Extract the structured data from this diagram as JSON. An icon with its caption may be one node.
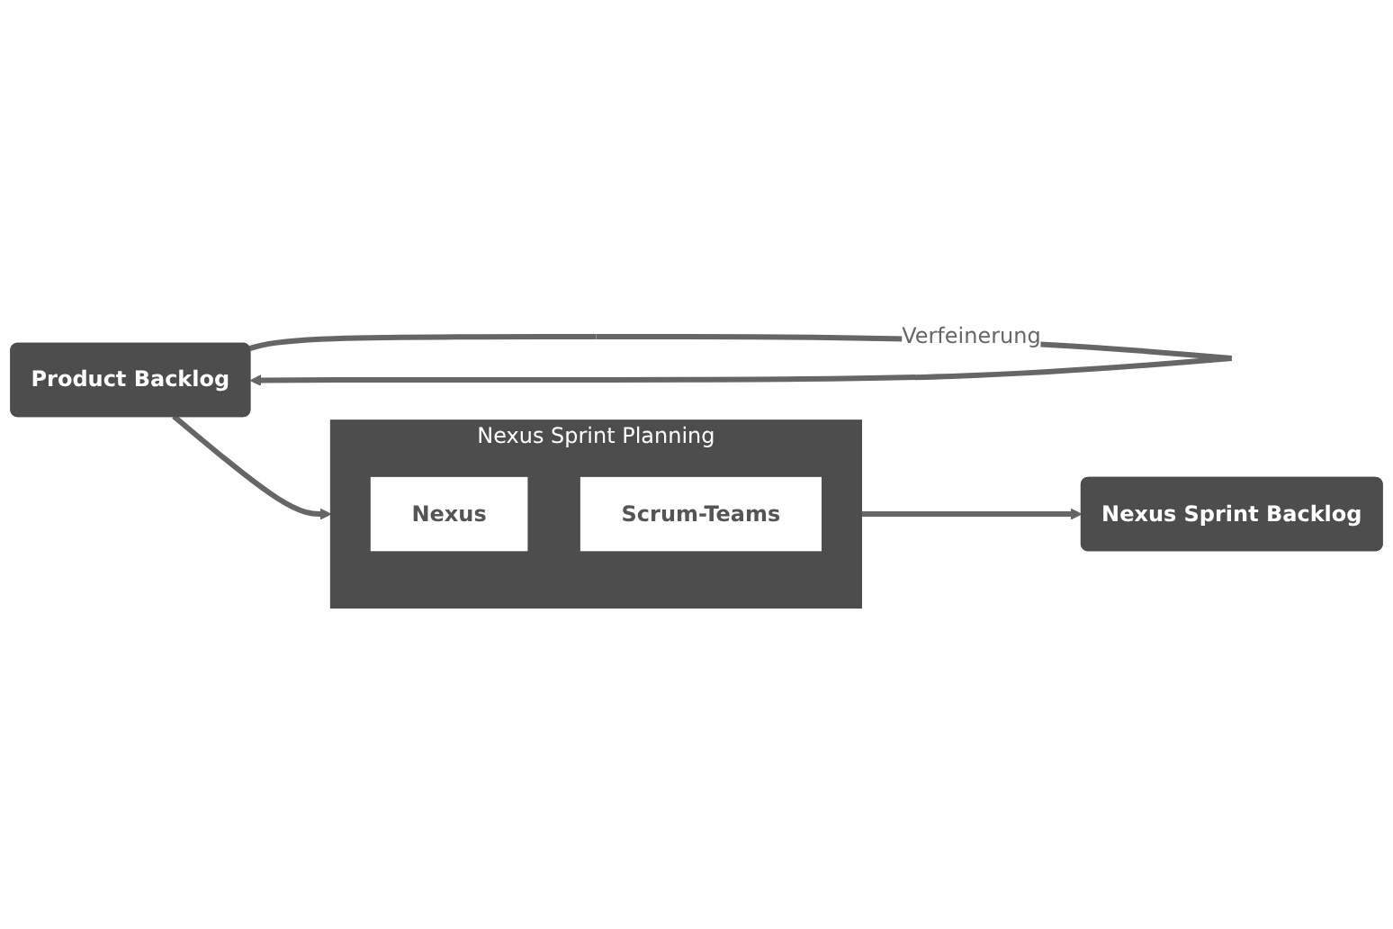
{
  "diagram": {
    "nodes": [
      {
        "text": [
          "Product Backlog"
        ]
      },
      {
        "text": [
          "Nexus Sprint Planning"
        ]
      },
      {
        "text": [
          "Nexus"
        ],
        "in": 1
      },
      {
        "text": [
          "Scrum-Teams"
        ],
        "in": 1
      },
      {
        "text": [
          "Nexus Sprint Backlog"
        ]
      }
    ],
    "edges": [
      {
        "from": 0,
        "to": 0,
        "arrow": "to",
        "label": "Verfeinerung"
      },
      {
        "from": 0,
        "to": 1,
        "arrow": "to"
      },
      {
        "from": 1,
        "to": 4,
        "arrow": "to"
      }
    ]
  }
}
